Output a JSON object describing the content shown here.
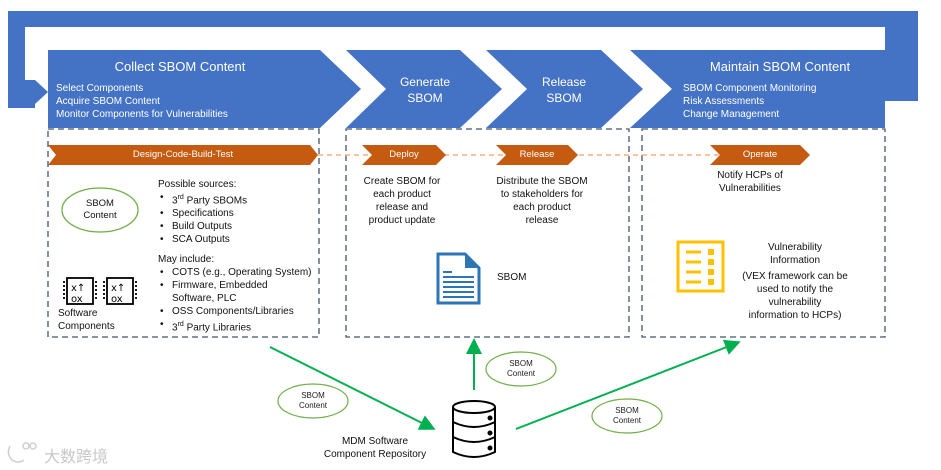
{
  "colors": {
    "phase_blue": "#4472c4",
    "stage_orange": "#c55a11",
    "dashed_border": "#44546a",
    "arrow_green": "#00b050",
    "oval_green": "#70ad47",
    "doc_icon_blue": "#2e75b6",
    "list_icon_yellow": "#ffc000"
  },
  "phases": [
    {
      "title": "Collect SBOM Content",
      "items": [
        "Select Components",
        "Acquire SBOM Content",
        "Monitor Components for Vulnerabilities"
      ]
    },
    {
      "title_line1": "Generate",
      "title_line2": "SBOM"
    },
    {
      "title_line1": "Release",
      "title_line2": "SBOM"
    },
    {
      "title": "Maintain SBOM Content",
      "items": [
        "SBOM Component Monitoring",
        "Risk Assessments",
        "Change Management"
      ]
    }
  ],
  "stages": [
    {
      "label": "Design-Code-Build-Test"
    },
    {
      "label": "Deploy"
    },
    {
      "label": "Release"
    },
    {
      "label": "Operate"
    }
  ],
  "collect_box": {
    "oval_line1": "SBOM",
    "oval_line2": "Content",
    "sources_heading": "Possible sources:",
    "sources": [
      {
        "sup_prefix": "3",
        "sup": "rd",
        "text": " Party SBOMs"
      },
      {
        "text": "Specifications"
      },
      {
        "text": "Build Outputs"
      },
      {
        "text": "SCA Outputs"
      }
    ],
    "include_heading": "May include:",
    "includes": [
      {
        "text": "COTS (e.g., Operating System)"
      },
      {
        "text": "Firmware, Embedded Software, PLC"
      },
      {
        "text": "OSS Components/Libraries"
      },
      {
        "sup_prefix": "3",
        "sup": "rd",
        "text": " Party Libraries"
      }
    ],
    "components_icon": "software-component-chip-icon",
    "components_label_line1": "Software",
    "components_label_line2": "Components"
  },
  "generate_box": {
    "deploy_text": [
      "Create SBOM for",
      "each product",
      "release and",
      "product update"
    ],
    "release_text": [
      "Distribute the SBOM",
      "to stakeholders for",
      "each product",
      "release"
    ],
    "doc_icon": "document-icon",
    "doc_label": "SBOM"
  },
  "maintain_box": {
    "operate_text": [
      "Notify HCPs of",
      "Vulnerabilities"
    ],
    "list_icon": "checklist-icon",
    "vuln_title": [
      "Vulnerability",
      "Information"
    ],
    "vuln_note": [
      "(VEX framework can be",
      "used to notify the",
      "vulnerability",
      "information to HCPs)"
    ]
  },
  "repository": {
    "icon": "database-icon",
    "label_line1": "MDM Software",
    "label_line2": "Component Repository"
  },
  "flow_ovals": [
    {
      "line1": "SBOM",
      "line2": "Content"
    },
    {
      "line1": "SBOM",
      "line2": "Content"
    },
    {
      "line1": "SBOM",
      "line2": "Content"
    }
  ],
  "watermark": {
    "logo": "watermark-logo-icon",
    "text": "大数跨境"
  }
}
